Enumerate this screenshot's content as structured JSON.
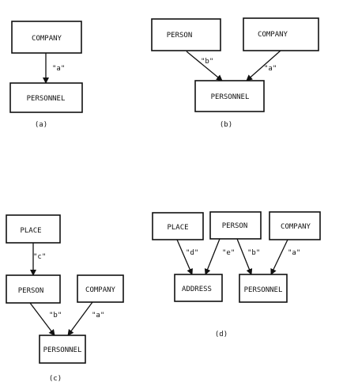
{
  "diagrams": [
    {
      "caption": "(a)",
      "nodes": [
        {
          "id": "company",
          "label": "COMPANY"
        },
        {
          "id": "personnel",
          "label": "PERSONNEL"
        }
      ],
      "edges": [
        {
          "from": "company",
          "to": "personnel",
          "label": "\"a\""
        }
      ]
    },
    {
      "caption": "(b)",
      "nodes": [
        {
          "id": "person",
          "label": "PERSON"
        },
        {
          "id": "company",
          "label": "COMPANY"
        },
        {
          "id": "personnel",
          "label": "PERSONNEL"
        }
      ],
      "edges": [
        {
          "from": "person",
          "to": "personnel",
          "label": "\"b\""
        },
        {
          "from": "company",
          "to": "personnel",
          "label": "\"a\""
        }
      ]
    },
    {
      "caption": "(c)",
      "nodes": [
        {
          "id": "place",
          "label": "PLACE"
        },
        {
          "id": "person",
          "label": "PERSON"
        },
        {
          "id": "company",
          "label": "COMPANY"
        },
        {
          "id": "personnel",
          "label": "PERSONNEL"
        }
      ],
      "edges": [
        {
          "from": "place",
          "to": "person",
          "label": "\"c\""
        },
        {
          "from": "person",
          "to": "personnel",
          "label": "\"b\""
        },
        {
          "from": "company",
          "to": "personnel",
          "label": "\"a\""
        }
      ]
    },
    {
      "caption": "(d)",
      "nodes": [
        {
          "id": "place",
          "label": "PLACE"
        },
        {
          "id": "person",
          "label": "PERSON"
        },
        {
          "id": "company",
          "label": "COMPANY"
        },
        {
          "id": "address",
          "label": "ADDRESS"
        },
        {
          "id": "personnel",
          "label": "PERSONNEL"
        }
      ],
      "edges": [
        {
          "from": "place",
          "to": "address",
          "label": "\"d\""
        },
        {
          "from": "person",
          "to": "address",
          "label": "\"e\""
        },
        {
          "from": "person",
          "to": "personnel",
          "label": "\"b\""
        },
        {
          "from": "company",
          "to": "personnel",
          "label": "\"a\""
        }
      ]
    }
  ]
}
